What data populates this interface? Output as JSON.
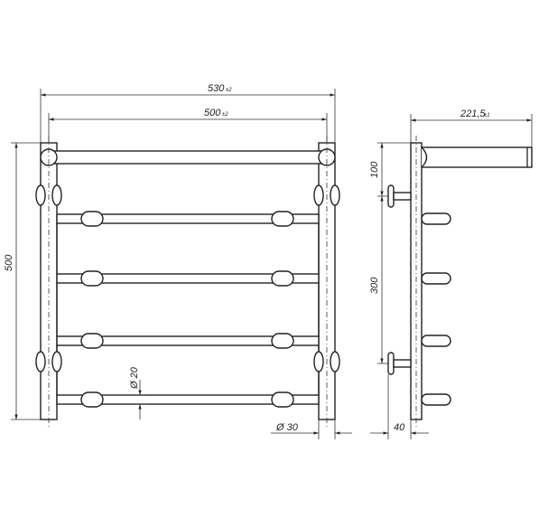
{
  "dimensions": {
    "overall_width": "530",
    "overall_width_tol": "±2",
    "center_width": "500",
    "center_width_tol": "±2",
    "height": "500",
    "depth": "221,5",
    "depth_tol": "±1",
    "tube_dia": "Ø 20",
    "post_dia": "Ø 30",
    "top_offset": "100",
    "mount_spacing": "300",
    "wall_gap": "40"
  }
}
